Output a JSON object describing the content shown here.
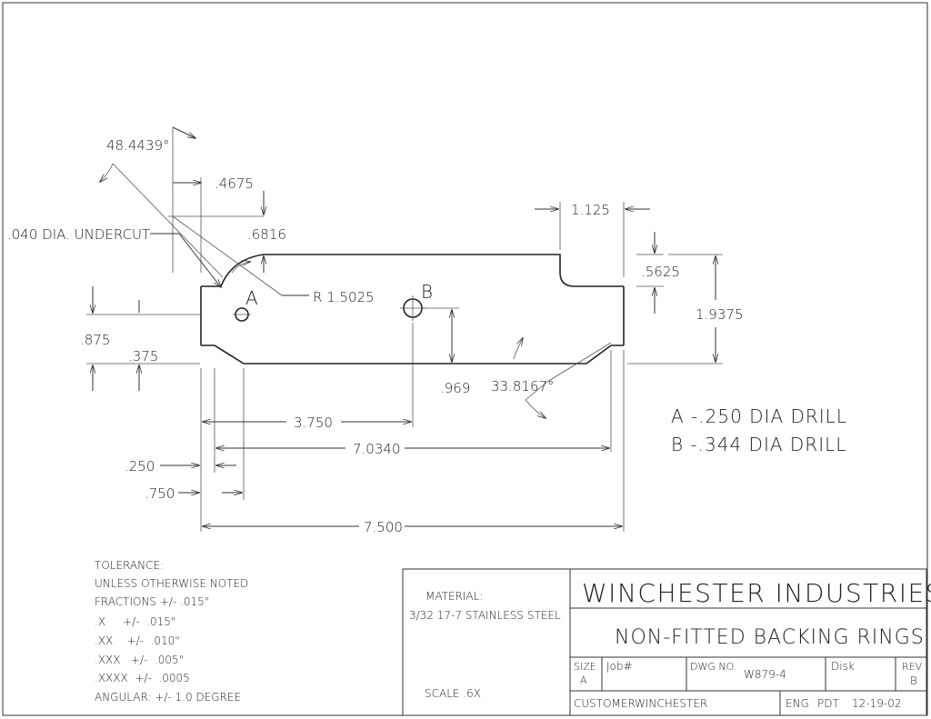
{
  "dimensions": {
    "angle_top": "48.4439°",
    "d_4675": ".4675",
    "undercut": ".040 DIA. UNDERCUT",
    "d_6816": ".6816",
    "radius": "R 1.5025",
    "label_a": "A",
    "label_b": "B",
    "d_1125": "1.125",
    "d_5625": ".5625",
    "d_19375": "1.9375",
    "d_875": ".875",
    "d_375": ".375",
    "d_969": ".969",
    "angle_bottom": "33.8167°",
    "d_3750": "3.750",
    "d_70340": "7.0340",
    "d_250": ".250",
    "d_750": ".750",
    "d_7500": "7.500"
  },
  "notes": {
    "drill_a": "A -.250 DIA DRILL",
    "drill_b": "B -.344 DIA DRILL"
  },
  "tolerance": {
    "heading": "TOLERANCE:",
    "line1": "UNLESS OTHERWISE NOTED",
    "line2": "FRACTIONS +/- .015\"",
    "line3": ".X     +/-  .015\"",
    "line4": ".XX    +/-  .010\"",
    "line5": ".XXX   +/-  .005\"",
    "line6": ".XXXX  +/-  .0005",
    "line7": "ANGULAR: +/- 1.0 DEGREE"
  },
  "title_block": {
    "material_label": "MATERIAL:",
    "material_value": "3/32 17-7 STAINLESS STEEL",
    "scale": "SCALE .6X",
    "company": "WINCHESTER INDUSTRIES INC.",
    "part_name": "NON-FITTED BACKING RINGS GAGE",
    "size_label": "SIZE",
    "size_value": "A",
    "job_label": "Job#",
    "dwg_label": "DWG NO.",
    "dwg_value": "W879-4",
    "disk_label": "Disk",
    "rev_label": "REV",
    "rev_value": "B",
    "customer_label": "CUSTOMER",
    "customer_value": "WINCHESTER",
    "eng_label": "ENG",
    "eng_value": "PDT",
    "date": "12-19-02"
  }
}
